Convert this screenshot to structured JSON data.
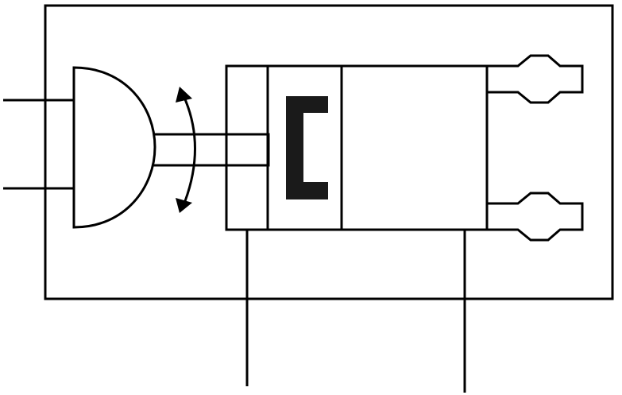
{
  "diagram": {
    "kind": "schematic",
    "colors": {
      "line": "#000000",
      "fill": "#ffffff",
      "block": "#1a1a1a"
    },
    "parts": [
      "enclosure",
      "half-disc",
      "lead-left-upper",
      "lead-left-lower",
      "shaft",
      "rotation-arrow",
      "main-body",
      "body-section-left",
      "body-section-middle",
      "body-section-right",
      "bracket-block",
      "connector-top",
      "connector-bottom",
      "lead-bottom-left",
      "lead-bottom-right"
    ]
  }
}
